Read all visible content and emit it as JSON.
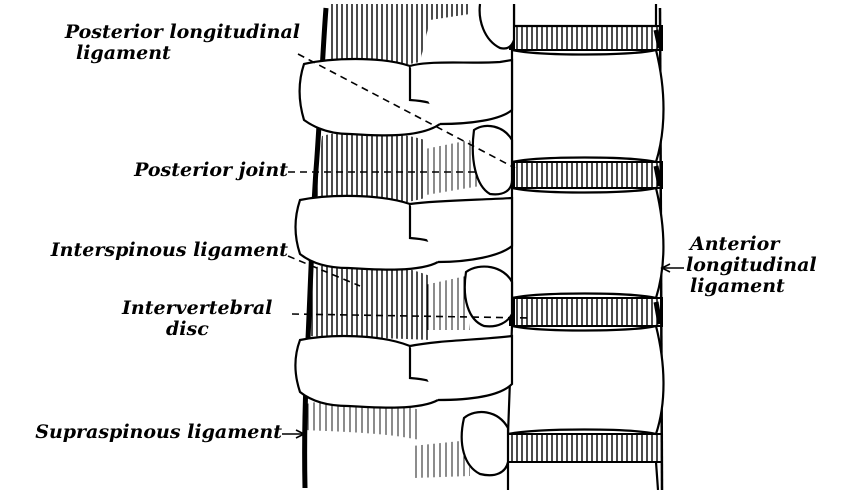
{
  "labels": {
    "posterior_longitudinal": [
      "Posterior longitudinal",
      "ligament"
    ],
    "posterior_joint": "Posterior joint",
    "interspinous": "Interspinous ligament",
    "intervertebral": [
      "Intervertebral",
      "disc"
    ],
    "supraspinous": "Supraspinous ligament",
    "anterior_longitudinal": [
      "Anterior",
      "longitudinal",
      "ligament"
    ]
  },
  "colors": {
    "ink": "#000000",
    "paper": "#ffffff"
  }
}
